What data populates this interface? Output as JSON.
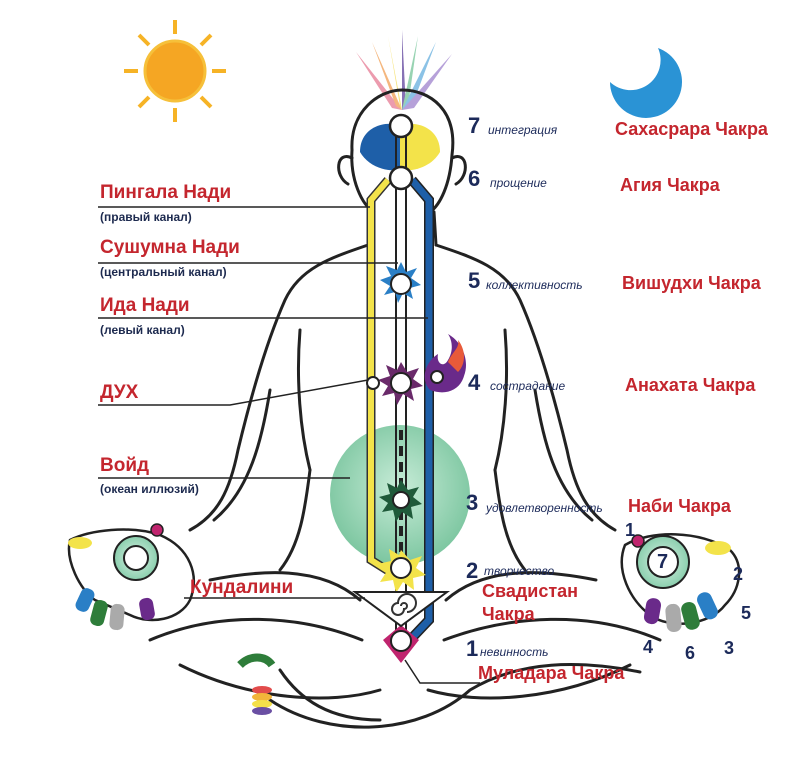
{
  "left_labels": [
    {
      "name": "Пингала Нади",
      "sub": "(правый канал)"
    },
    {
      "name": "Сушумна Нади",
      "sub": "(центральный канал)"
    },
    {
      "name": "Ида Нади",
      "sub": "(левый канал)"
    },
    {
      "name": "ДУХ"
    },
    {
      "name": "Войд",
      "sub": "(океан иллюзий)"
    },
    {
      "name": "Кундалини"
    }
  ],
  "chakras": [
    {
      "number": "7",
      "quality": "интеграция",
      "name": "Сахасрара Чакра"
    },
    {
      "number": "6",
      "quality": "прощение",
      "name": "Агия Чакра"
    },
    {
      "number": "5",
      "quality": "коллективность",
      "name": "Вишудхи Чакра"
    },
    {
      "number": "4",
      "quality": "сострадание",
      "name": "Анахата Чакра"
    },
    {
      "number": "3",
      "quality": "удовлетворенность",
      "name": "Наби Чакра"
    },
    {
      "number": "2",
      "quality": "творчество",
      "name": "Свадистан",
      "name2": "Чакра"
    },
    {
      "number": "1",
      "quality": "невинность",
      "name": "Муладара Чакра"
    }
  ],
  "hand": {
    "center": "7",
    "fingers": [
      "1",
      "2",
      "5",
      "3",
      "6",
      "4"
    ]
  },
  "colors": {
    "label_red": "#c4262e",
    "text_navy": "#1c2a5a",
    "pingala_yellow": "#f3e34a",
    "ida_blue": "#1e5fa8",
    "void_green": "#8fd0b0",
    "sun": "#f6b326",
    "moon": "#2a93d5"
  },
  "icons": [
    "sun-icon",
    "moon-icon",
    "fire-icon",
    "spiral-icon",
    "hand-icon"
  ]
}
